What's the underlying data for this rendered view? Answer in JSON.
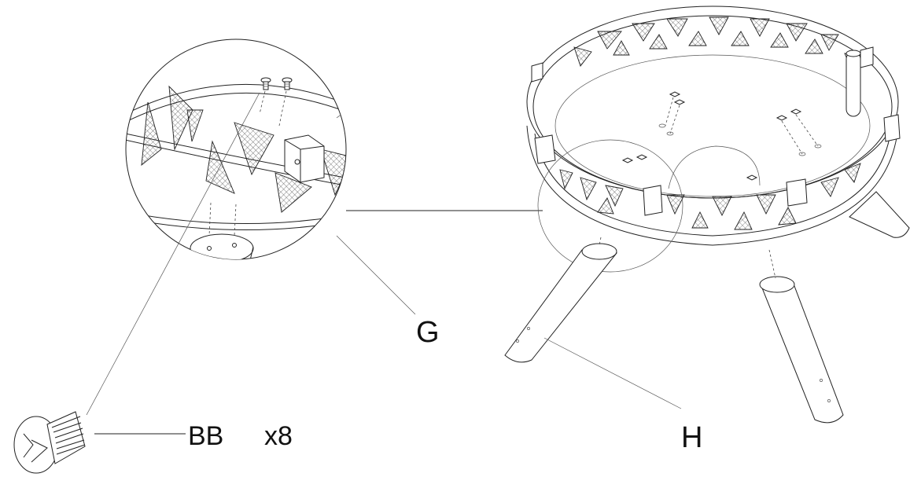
{
  "diagram": {
    "title": "",
    "labels": {
      "bowl_part": "G",
      "leg_part": "H",
      "screw_part": "BB",
      "screw_quantity": "x8"
    }
  }
}
